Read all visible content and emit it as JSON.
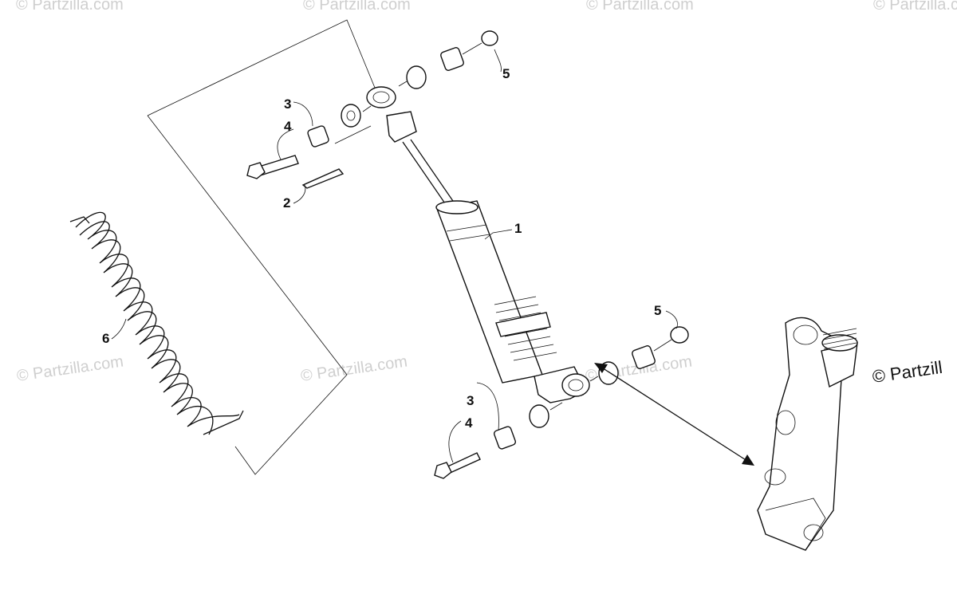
{
  "diagram": {
    "callouts": [
      {
        "id": "c1",
        "label": "1"
      },
      {
        "id": "c2",
        "label": "2"
      },
      {
        "id": "c3a",
        "label": "3"
      },
      {
        "id": "c4a",
        "label": "4"
      },
      {
        "id": "c5a",
        "label": "5"
      },
      {
        "id": "c5b",
        "label": "5"
      },
      {
        "id": "c3b",
        "label": "3"
      },
      {
        "id": "c4b",
        "label": "4"
      },
      {
        "id": "c6",
        "label": "6"
      }
    ],
    "watermark": "© Partzilla.com",
    "copyright": "© Partzill"
  }
}
